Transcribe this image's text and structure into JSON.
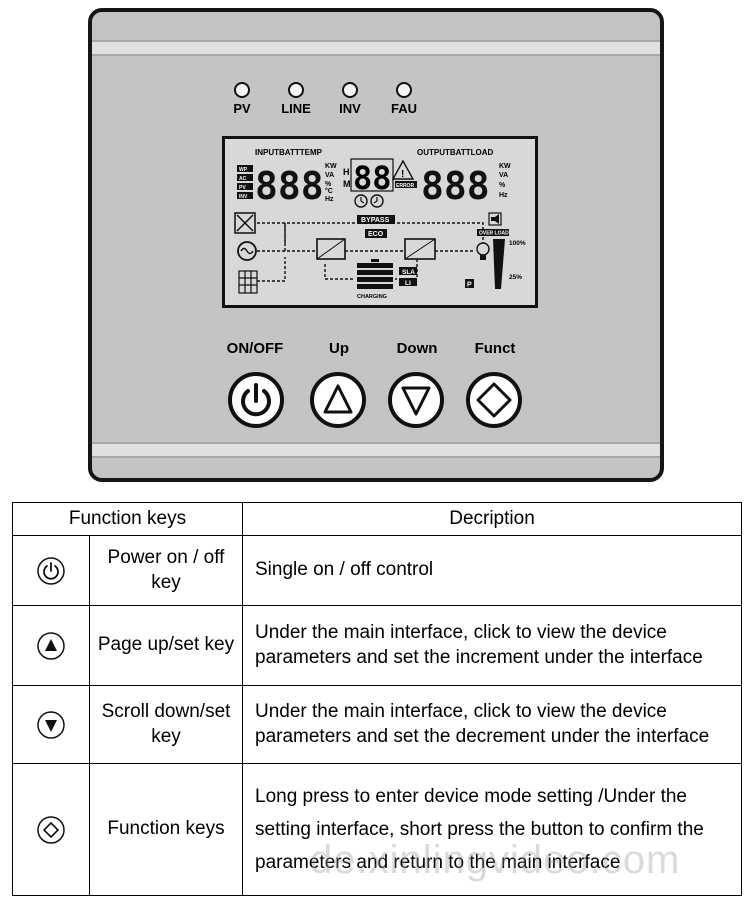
{
  "leds": [
    {
      "label": "PV"
    },
    {
      "label": "LINE"
    },
    {
      "label": "INV"
    },
    {
      "label": "FAU"
    }
  ],
  "lcd": {
    "input_label": "INPUTBATTTEMP",
    "output_label": "OUTPUTBATTLOAD",
    "left_digits": "888",
    "center_digits": "88",
    "right_digits": "888",
    "left_tags": [
      "WP",
      "AC",
      "PV",
      "INV"
    ],
    "unit_left": [
      "KW",
      "VA",
      "%",
      "°C",
      "Hz"
    ],
    "unit_right": [
      "KW",
      "VA",
      "%",
      "Hz"
    ],
    "hm_h": "H",
    "hm_m": "M",
    "error_label": "ERROR",
    "bypass_label": "BYPASS",
    "eco_label": "ECO",
    "sla_label": "SLA",
    "li_label": "LI",
    "charging_label": "CHARGING",
    "overload_label": "OVER LOAD",
    "pct_100": "100%",
    "pct_25": "25%",
    "p_label": "P"
  },
  "keys": [
    {
      "label": "ON/OFF",
      "icon": "power-icon"
    },
    {
      "label": "Up",
      "icon": "triangle-up-icon"
    },
    {
      "label": "Down",
      "icon": "triangle-down-icon"
    },
    {
      "label": "Funct",
      "icon": "diamond-icon"
    }
  ],
  "table": {
    "header_keys": "Function keys",
    "header_desc": "Decription",
    "rows": [
      {
        "icon": "power-icon",
        "name": "Power on / off key",
        "desc": "Single on / off control"
      },
      {
        "icon": "triangle-up-icon",
        "name": "Page up/set key",
        "desc": "Under the main interface, click to view the device parameters and set the increment under the interface"
      },
      {
        "icon": "triangle-down-icon",
        "name": "Scroll down/set key",
        "desc": "Under the main interface, click to view the device parameters and set the decrement under the interface"
      },
      {
        "icon": "diamond-icon",
        "name": "Function keys",
        "desc": "Long press to enter device mode setting /Under the setting interface, short press the button to confirm the parameters and return to the main interface"
      }
    ]
  },
  "watermark": "de.xinlingvideo.com"
}
